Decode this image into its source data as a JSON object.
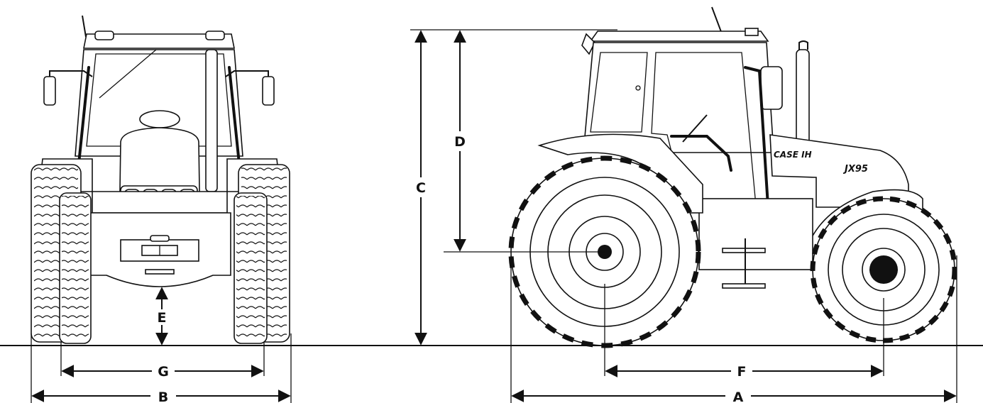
{
  "figure": {
    "labels": {
      "A": "A",
      "B": "B",
      "C": "C",
      "D": "D",
      "E": "E",
      "F": "F",
      "G": "G"
    },
    "brand_text": "CASE IH",
    "model_text": "JX95"
  },
  "colors": {
    "ink": "#111111",
    "paper": "#ffffff"
  }
}
